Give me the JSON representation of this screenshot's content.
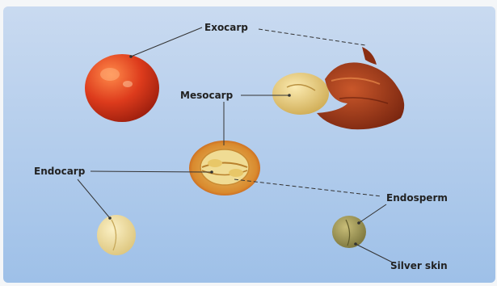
{
  "labels": {
    "exocarp": "Exocarp",
    "mesocarp": "Mesocarp",
    "endocarp": "Endocarp",
    "endosperm": "Endosperm",
    "silver_skin": "Silver skin"
  },
  "colors": {
    "background_top": "#c9daf0",
    "background_bottom": "#9ec0e8",
    "cherry_red": "#d8361a",
    "pulp_yellow": "#e7cf84",
    "husk_brown": "#8a2e12",
    "parchment": "#f0dfa0",
    "green_bean": "#a69a55",
    "label_text": "#222222",
    "leader_line": "#333333"
  }
}
